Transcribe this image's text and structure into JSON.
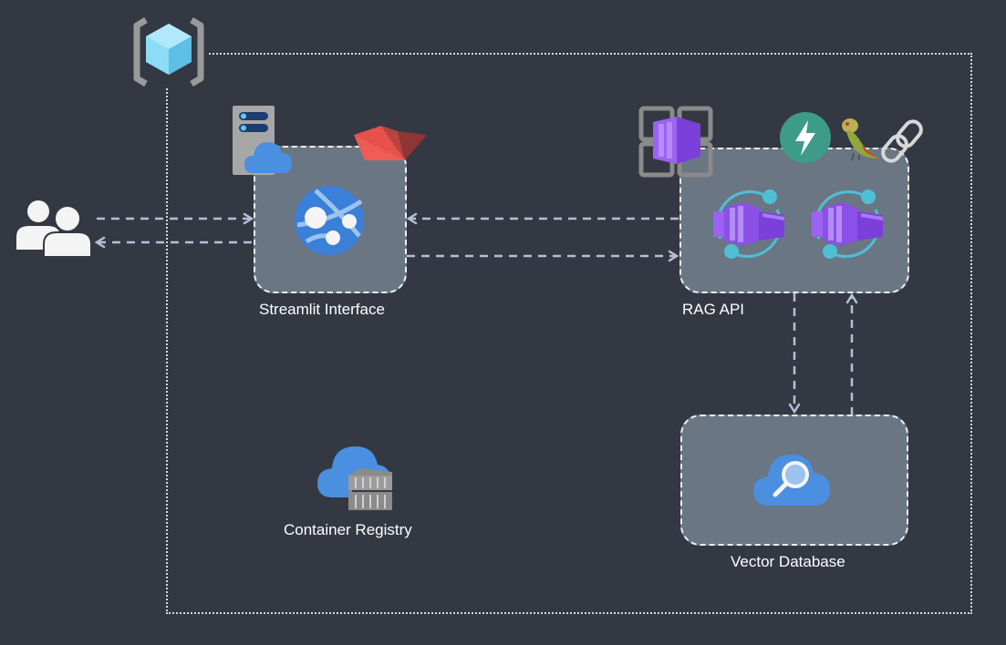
{
  "diagram": {
    "title": "",
    "colors": {
      "background": "#333842",
      "node_fill": "#6b7684",
      "node_border": "#eef0f3",
      "arrow": "#b4bfd8",
      "boundary": "#d6d9de",
      "label": "#ffffff"
    },
    "boundary": {
      "icon": "azure-container-apps-environment-icon"
    },
    "actors": [
      {
        "id": "users",
        "icon": "users-icon",
        "label": ""
      }
    ],
    "nodes": [
      {
        "id": "streamlit",
        "label": "Streamlit Interface",
        "icons": [
          "app-service-icon",
          "web-app-globe-icon",
          "streamlit-logo-icon"
        ]
      },
      {
        "id": "rag_api",
        "label": "RAG API",
        "icons": [
          "container-apps-icon",
          "fastapi-logo-icon",
          "langchain-parrot-icon",
          "chain-link-icon",
          "container-app-icon",
          "container-app-icon"
        ]
      },
      {
        "id": "vector_db",
        "label": "Vector Database",
        "icons": [
          "cognitive-search-icon"
        ]
      },
      {
        "id": "registry",
        "label": "Container Registry",
        "icons": [
          "container-registry-icon"
        ]
      }
    ],
    "edges": [
      {
        "from": "users",
        "to": "streamlit",
        "style": "dashed"
      },
      {
        "from": "streamlit",
        "to": "users",
        "style": "dashed"
      },
      {
        "from": "rag_api",
        "to": "streamlit",
        "style": "dashed"
      },
      {
        "from": "streamlit",
        "to": "rag_api",
        "style": "dashed"
      },
      {
        "from": "rag_api",
        "to": "vector_db",
        "style": "dashed"
      },
      {
        "from": "vector_db",
        "to": "rag_api",
        "style": "dashed"
      }
    ]
  }
}
